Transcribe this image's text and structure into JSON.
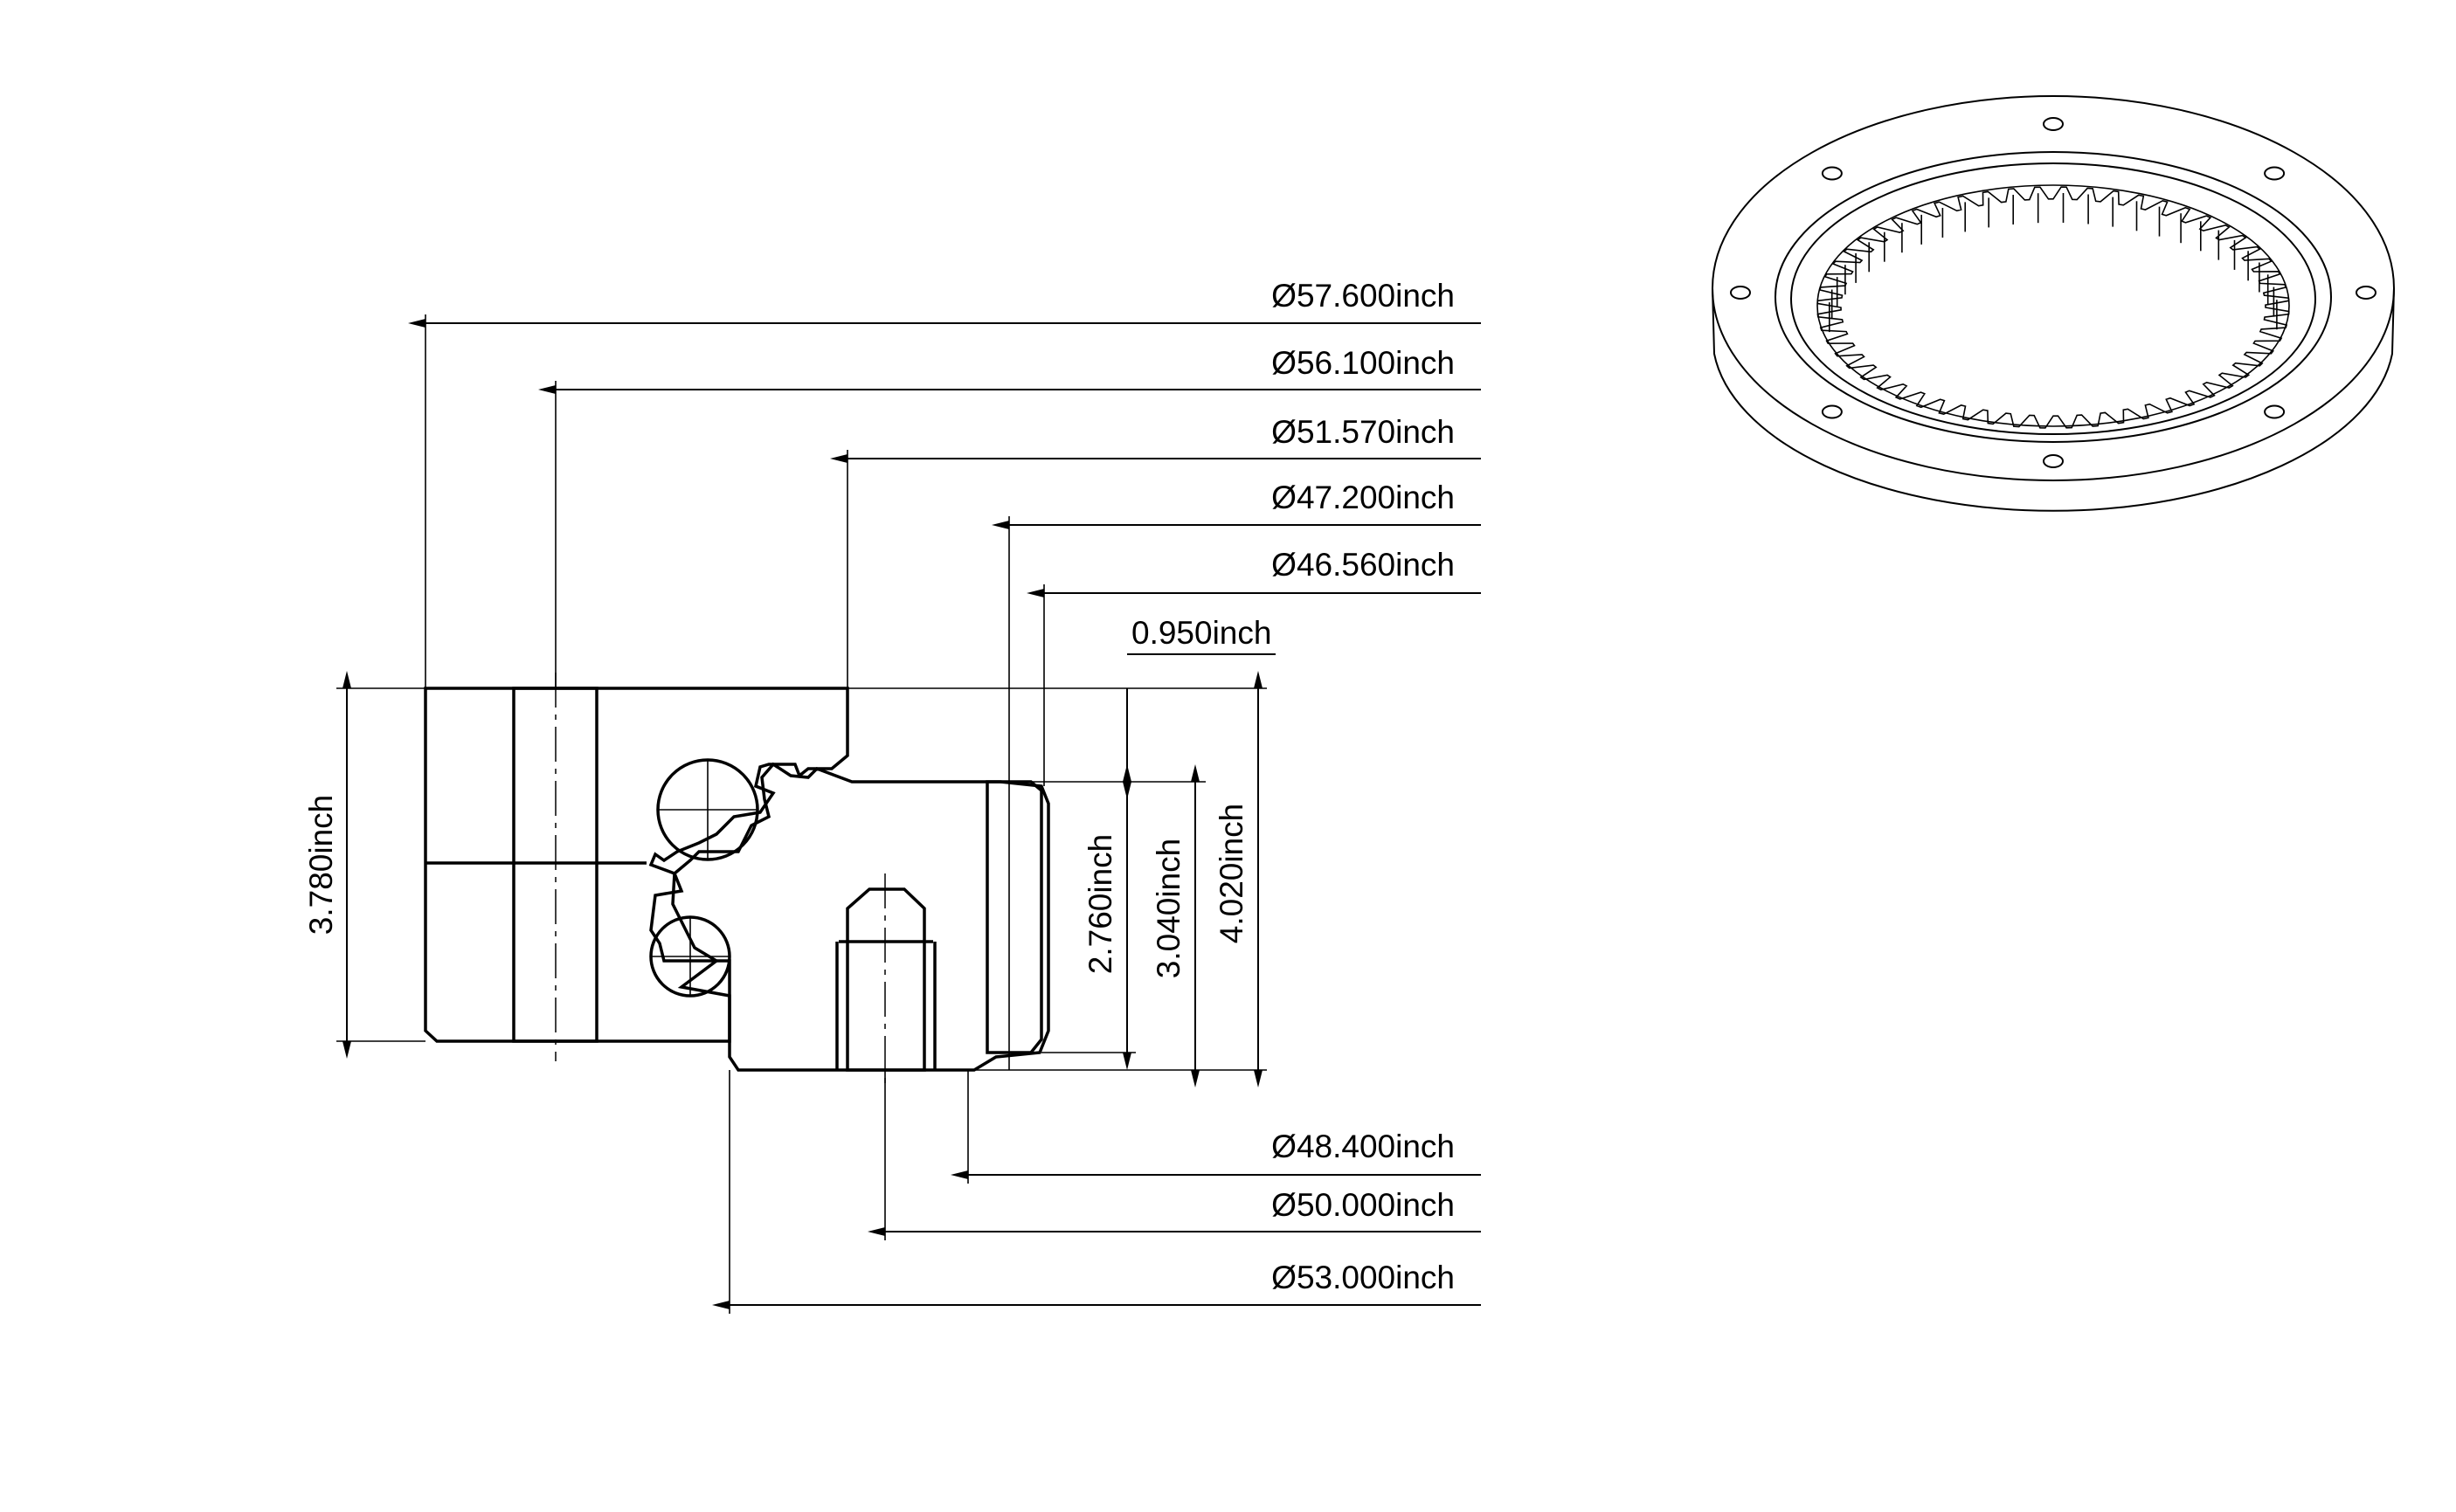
{
  "drawing": {
    "dimensions_top": [
      {
        "id": "d1",
        "label": "Ø57.600inch"
      },
      {
        "id": "d2",
        "label": "Ø56.100inch"
      },
      {
        "id": "d3",
        "label": "Ø51.570inch"
      },
      {
        "id": "d4",
        "label": "Ø47.200inch"
      },
      {
        "id": "d5",
        "label": "Ø46.560inch"
      },
      {
        "id": "d6",
        "label": "0.950inch"
      }
    ],
    "dimensions_bottom": [
      {
        "id": "d7",
        "label": "Ø48.400inch"
      },
      {
        "id": "d8",
        "label": "Ø50.000inch"
      },
      {
        "id": "d9",
        "label": "Ø53.000inch"
      }
    ],
    "dimensions_vertical": [
      {
        "id": "v1",
        "label": "3.780inch"
      },
      {
        "id": "v2",
        "label": "2.760inch"
      },
      {
        "id": "v3",
        "label": "3.040inch"
      },
      {
        "id": "v4",
        "label": "4.020inch"
      }
    ],
    "gear_teeth_count": 56,
    "bolt_holes_count": 8
  }
}
